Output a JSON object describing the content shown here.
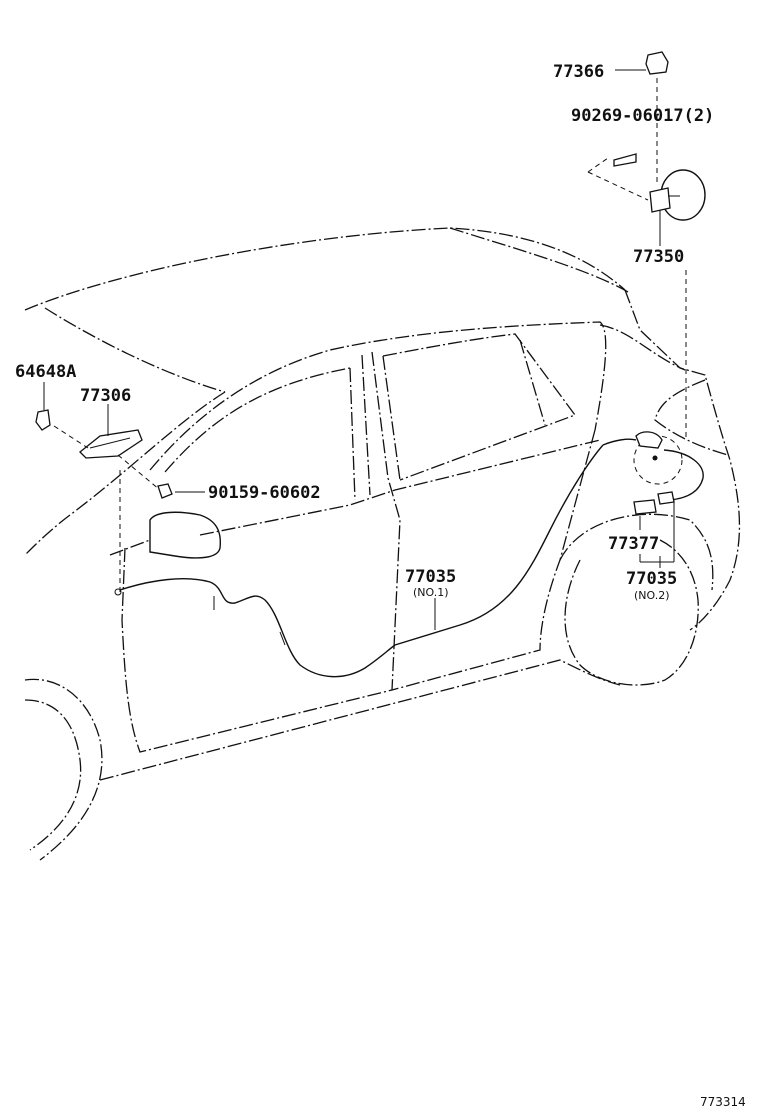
{
  "labels": {
    "p77366": "77366",
    "p90269": "90269-06017(2)",
    "p77350": "77350",
    "p64648a": "64648A",
    "p77306": "77306",
    "p90159": "90159-60602",
    "p77035_1": "77035",
    "p77035_1_note": "(NO.1)",
    "p77377": "77377",
    "p77035_2": "77035",
    "p77035_2_note": "(NO.2)"
  },
  "diagram_id": "773314"
}
